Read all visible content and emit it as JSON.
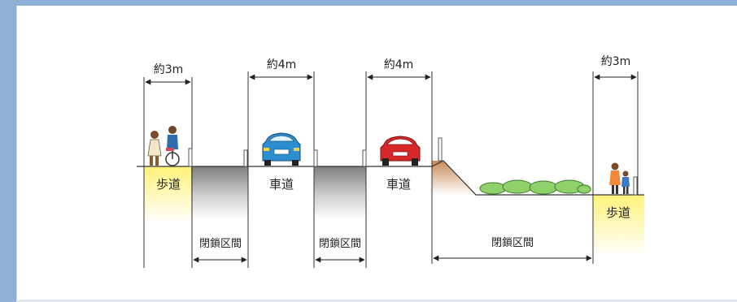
{
  "dimensions": {
    "left_sidewalk": "約3m",
    "left_roadway": "約4m",
    "right_roadway": "約4m",
    "right_sidewalk": "約3m"
  },
  "labels": {
    "left_sidewalk": "歩道",
    "left_roadway": "車道",
    "right_roadway": "車道",
    "right_sidewalk": "歩道",
    "closed_1": "閉鎖区間",
    "closed_2": "閉鎖区間",
    "closed_3": "閉鎖区間"
  },
  "colors": {
    "frame": "#8fb0d6",
    "sidewalk_fill": "#fff59a",
    "closed_fill": "#8a8a8a",
    "slope_fill": "#d9a878",
    "blue_car": "#2c8ecf",
    "red_car": "#d62828",
    "shrub": "#8fd16a"
  }
}
